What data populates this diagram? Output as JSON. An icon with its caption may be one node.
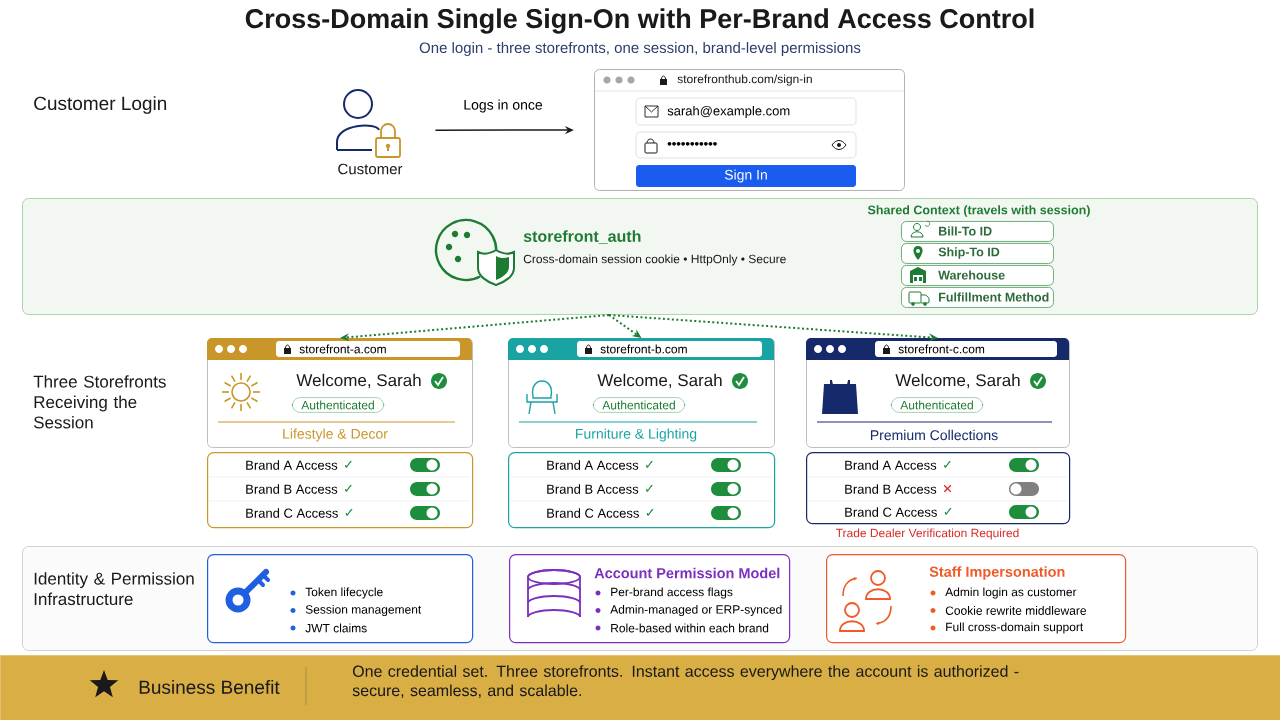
{
  "diagram": {
    "title": "Cross-Domain Single Sign-On with Per-Brand Access Control",
    "nodes": [
      {
        "text": [
          "Customer"
        ]
      },
      {
        "text": [
          "storefronthub.com/sign-in",
          "sarah@example.com",
          "•••••••••••",
          "Sign In"
        ]
      },
      {
        "text": [
          "storefront_auth",
          "Cross-domain session cookie • HttpOnly • Secure",
          "Shared Context (travels with session)"
        ]
      },
      {
        "text": [
          "Bill-To ID"
        ],
        "in": 2
      },
      {
        "text": [
          "Ship-To ID"
        ],
        "in": 2
      },
      {
        "text": [
          "Warehouse"
        ],
        "in": 2
      },
      {
        "text": [
          "Fulfillment Method"
        ],
        "in": 2
      },
      {
        "text": [
          "storefront-a.com",
          "Welcome, Sarah",
          "Authenticated",
          "Lifestyle & Decor"
        ]
      },
      {
        "text": [
          "Brand A Access",
          "✓",
          "Brand B Access",
          "✓",
          "Brand C Access",
          "✓"
        ]
      },
      {
        "text": [
          "storefront-b.com",
          "Welcome, Sarah",
          "Authenticated",
          "Furniture & Lighting"
        ]
      },
      {
        "text": [
          "Brand A Access",
          "✓",
          "Brand B Access",
          "✓",
          "Brand C Access",
          "✓"
        ]
      },
      {
        "text": [
          "storefront-c.com",
          "Welcome, Sarah",
          "Authenticated",
          "Premium Collections"
        ]
      },
      {
        "text": [
          "Brand A Access",
          "✓",
          "Brand B Access",
          "✕",
          "Brand C Access",
          "✓"
        ],
        "beside": [
          "Trade Dealer Verification Required"
        ]
      },
      {
        "text": [
          "Identity & Permission Infrastructure"
        ]
      },
      {
        "text": [
          "Token lifecycle",
          "Session management",
          "JWT claims"
        ],
        "in": 13
      },
      {
        "text": [
          "Account Permission Model",
          "Per-brand access flags",
          "Admin-managed or ERP-synced",
          "Role-based within each brand"
        ],
        "in": 13
      },
      {
        "text": [
          "Staff Impersonation",
          "Admin login as customer",
          "Cookie rewrite middleware",
          "Full cross-domain support"
        ],
        "in": 13
      },
      {
        "text": [
          "Business Benefit",
          "One credential set. Three storefronts. Instant access everywhere the account is authorized - secure, seamless, and scalable."
        ]
      }
    ],
    "edges": [
      {
        "from": 0,
        "to": 1,
        "arrow": "to",
        "label": "Logs in once",
        "color": "#1a1a1a"
      },
      {
        "from": 2,
        "to": 7,
        "arrow": "to",
        "style": "dashed",
        "color": "#1e7b34"
      },
      {
        "from": 2,
        "to": 9,
        "arrow": "to",
        "style": "dashed",
        "color": "#1e7b34"
      },
      {
        "from": 2,
        "to": 11,
        "arrow": "to",
        "style": "dashed",
        "color": "#1e7b34"
      }
    ],
    "labels": [
      "One login - three storefronts, one session, brand-level permissions",
      "Customer Login",
      "Three Storefronts Receiving the Session"
    ]
  }
}
